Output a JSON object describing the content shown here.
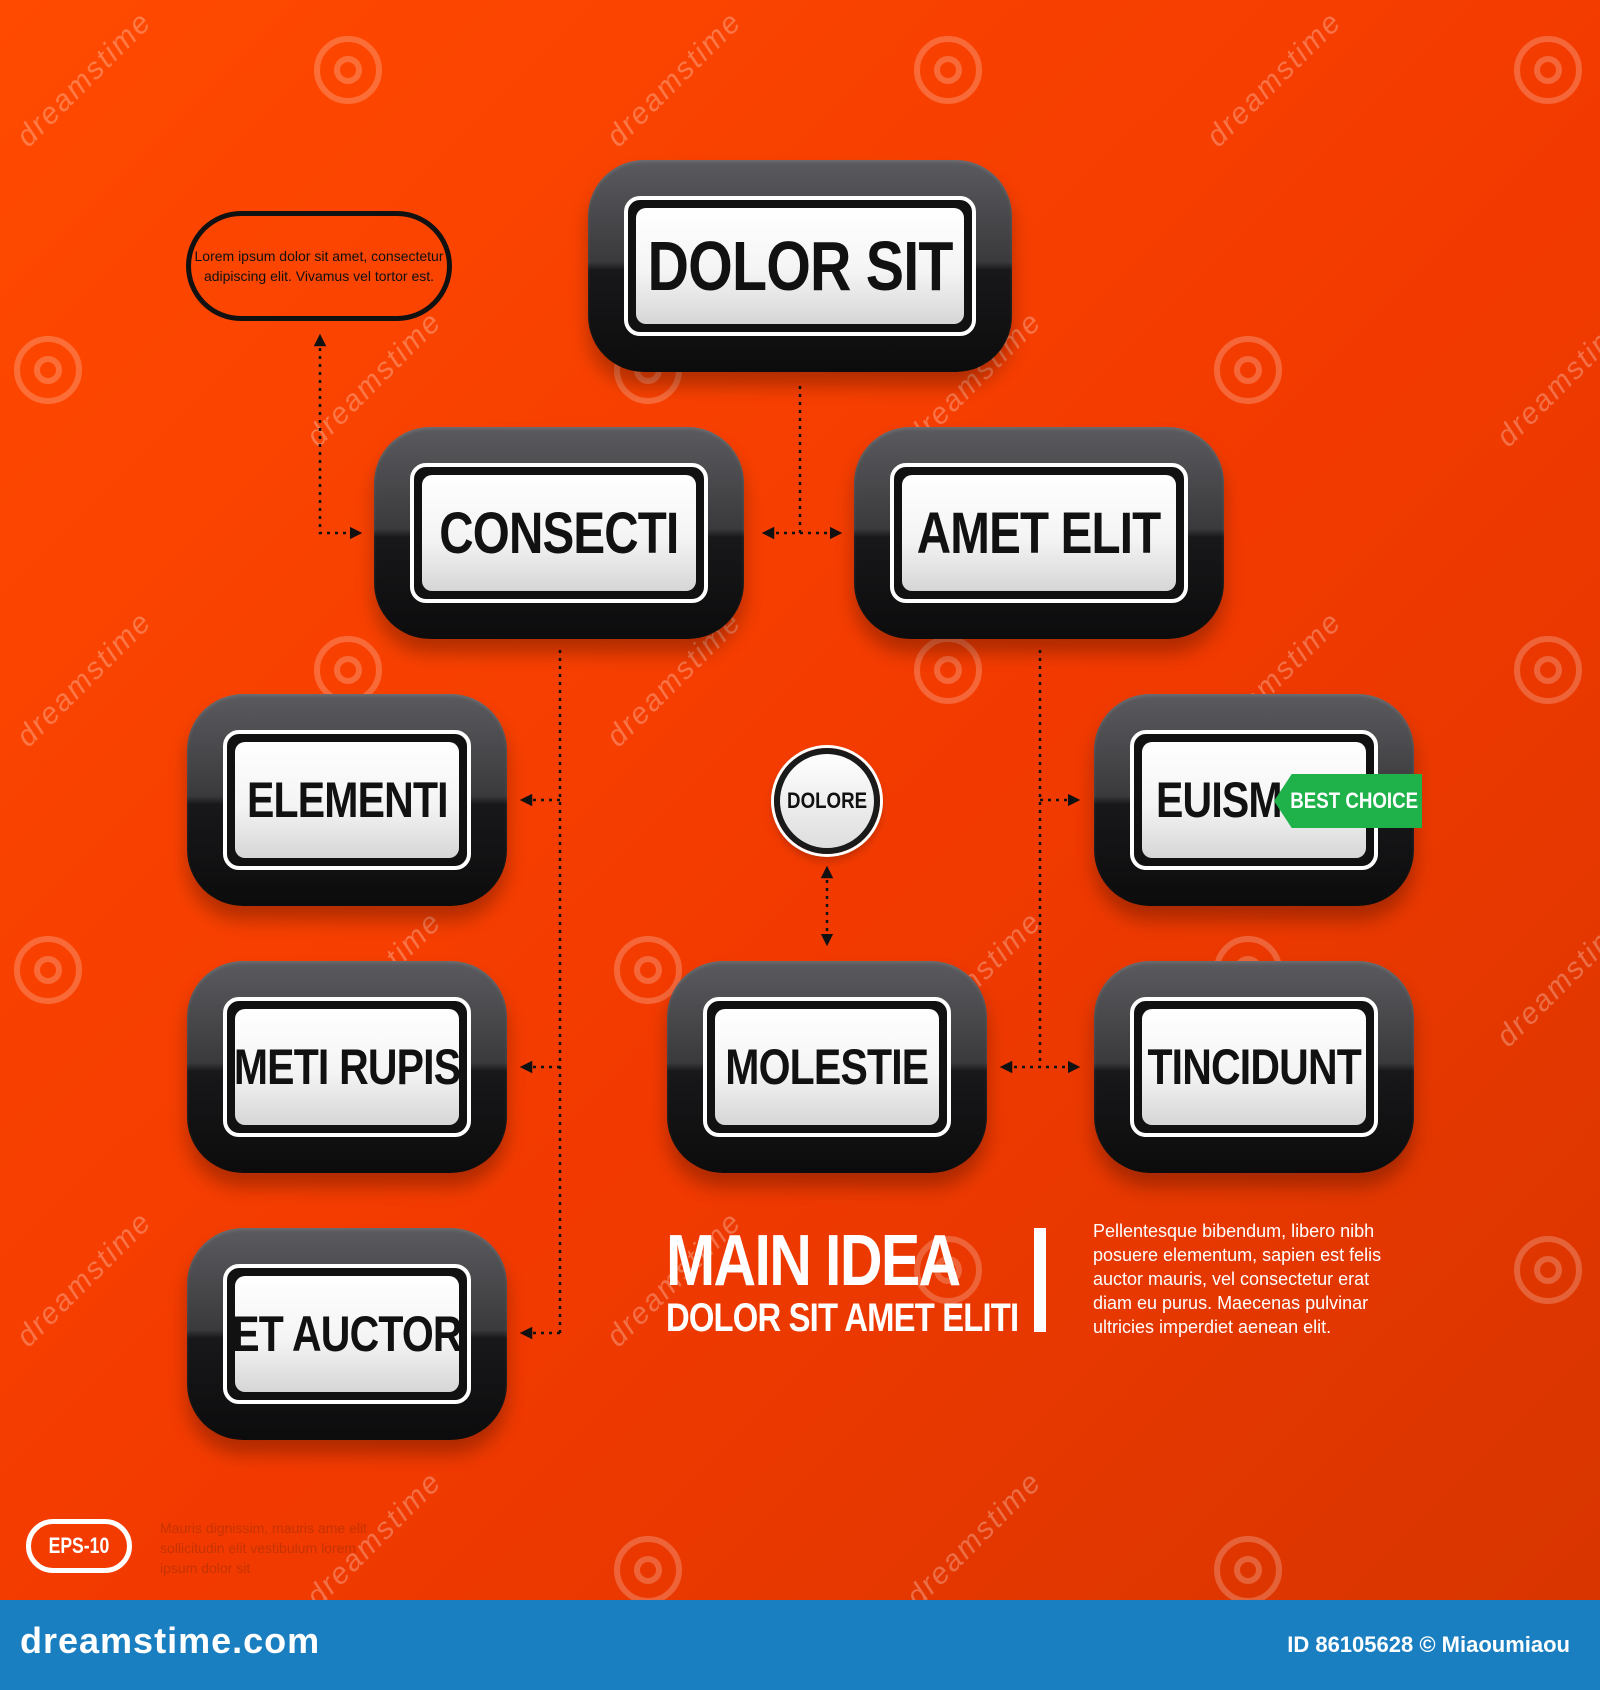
{
  "diagram": {
    "root": "DOLOR SIT",
    "level2": [
      "CONSECTI",
      "AMET ELIT"
    ],
    "left_children": [
      "ELEMENTI",
      "METI RUPIS",
      "ET AUCTOR"
    ],
    "right_children": [
      "EUISM",
      "TINCIDUNT"
    ],
    "center_node": "MOLESTIE",
    "circle_node": "DOLORE",
    "badge": "BEST CHOICE",
    "note": "Lorem ipsum dolor sit amet, consectetur adipiscing elit. Vivamus vel tortor est."
  },
  "main": {
    "title": "MAIN IDEA",
    "subtitle": "DOLOR SIT AMET ELITI",
    "body": "Pellentesque bibendum, libero nibh posuere elementum, sapien est felis auctor mauris, vel consectetur erat diam eu purus. Maecenas pulvinar ultricies imperdiet aenean elit."
  },
  "eps_label": "EPS-10",
  "footnote": "Mauris dignissim, mauris ame elit sollicitudin elit vestibulum lorem ipsum dolor sit",
  "watermark": "dreamstime",
  "footer": {
    "site": "dreamstime.com",
    "id_text": "ID 86105628 © Miaoumiaou"
  },
  "colors": {
    "background": "#ff4a00",
    "node": "#1a1a1a",
    "badge": "#1fb24a",
    "footer": "#1a7fc1"
  }
}
